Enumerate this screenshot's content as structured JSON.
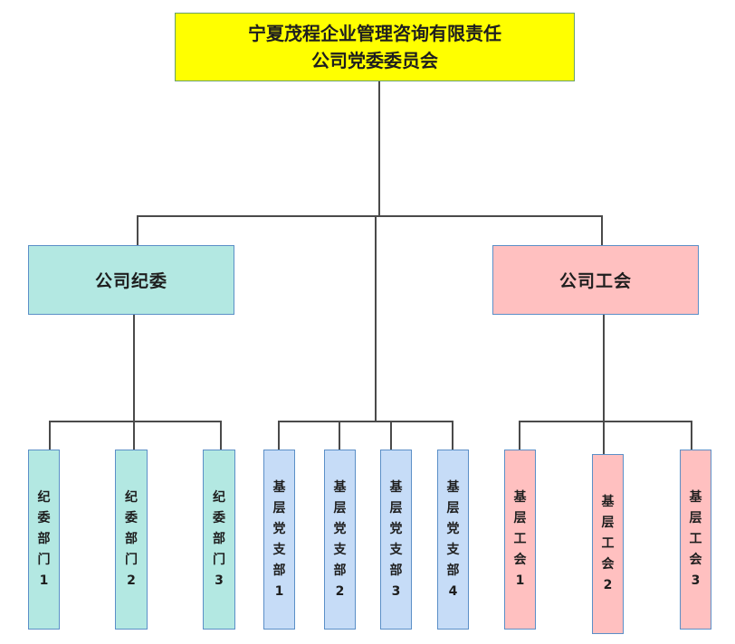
{
  "colors": {
    "root_fill": "#ffff00",
    "discipline_fill": "#b3e8e2",
    "party_branch_fill": "#c6dcf7",
    "union_fill": "#ffc0c0",
    "connector": "#4a4a4a"
  },
  "root": {
    "line1": "宁夏茂程企业管理咨询有限责任",
    "line2": "公司党委委员会"
  },
  "discipline": {
    "label": "公司纪委",
    "children": [
      {
        "chars": [
          "纪",
          "委",
          "部",
          "门",
          "1"
        ]
      },
      {
        "chars": [
          "纪",
          "委",
          "部",
          "门",
          "2"
        ]
      },
      {
        "chars": [
          "纪",
          "委",
          "部",
          "门",
          "3"
        ]
      }
    ]
  },
  "party_branches": {
    "children": [
      {
        "chars": [
          "基",
          "层",
          "党",
          "支",
          "部",
          "1"
        ]
      },
      {
        "chars": [
          "基",
          "层",
          "党",
          "支",
          "部",
          "2"
        ]
      },
      {
        "chars": [
          "基",
          "层",
          "党",
          "支",
          "部",
          "3"
        ]
      },
      {
        "chars": [
          "基",
          "层",
          "党",
          "支",
          "部",
          "4"
        ]
      }
    ]
  },
  "union": {
    "label": "公司工会",
    "children": [
      {
        "chars": [
          "基",
          "层",
          "工",
          "会",
          "1"
        ]
      },
      {
        "chars": [
          "基",
          "层",
          "工",
          "会",
          "2"
        ]
      },
      {
        "chars": [
          "基",
          "层",
          "工",
          "会",
          "3"
        ]
      }
    ]
  }
}
